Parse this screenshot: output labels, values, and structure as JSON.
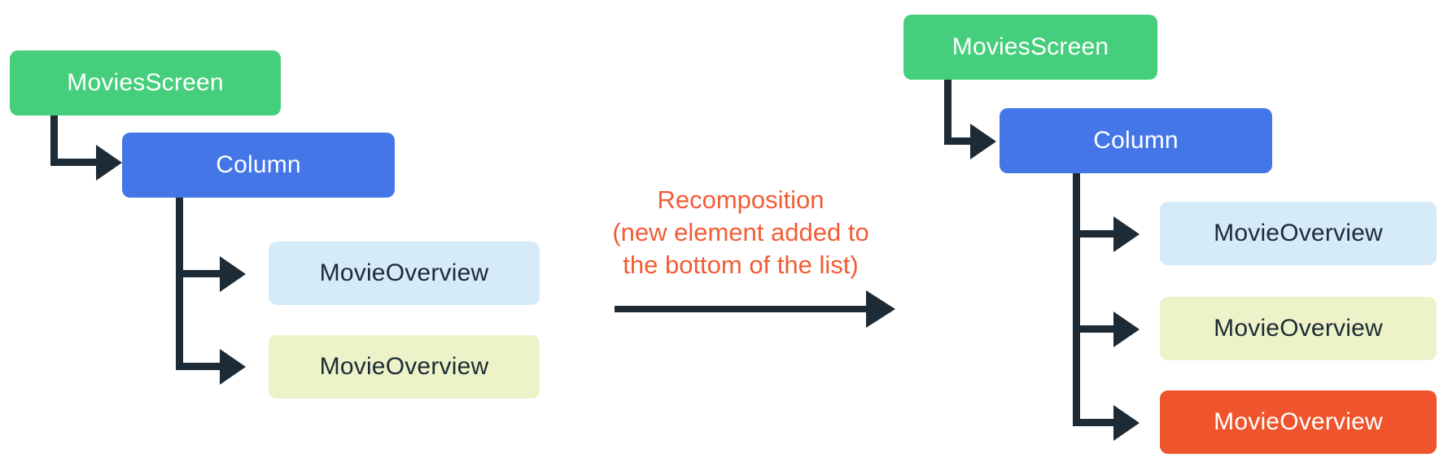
{
  "colors": {
    "background": "#FFFFFF",
    "green": "#45CF7D",
    "blue": "#4476E8",
    "light_blue": "#D5EBFA",
    "light_yellow": "#EDF2C8",
    "orange": "#EF542C",
    "line": "#1C2B35",
    "white_text": "#FFFFFF",
    "dark_text": "#1C2B35",
    "annotation_text": "#F25C35"
  },
  "left_tree": {
    "movies_screen": {
      "label": "MoviesScreen"
    },
    "column": {
      "label": "Column"
    },
    "movie_overview_1": {
      "label": "MovieOverview"
    },
    "movie_overview_2": {
      "label": "MovieOverview"
    }
  },
  "right_tree": {
    "movies_screen": {
      "label": "MoviesScreen"
    },
    "column": {
      "label": "Column"
    },
    "movie_overview_1": {
      "label": "MovieOverview"
    },
    "movie_overview_2": {
      "label": "MovieOverview"
    },
    "movie_overview_3": {
      "label": "MovieOverview"
    }
  },
  "annotation": {
    "line1": "Recomposition",
    "line2": "(new element added to",
    "line3": "the bottom of the list)"
  }
}
